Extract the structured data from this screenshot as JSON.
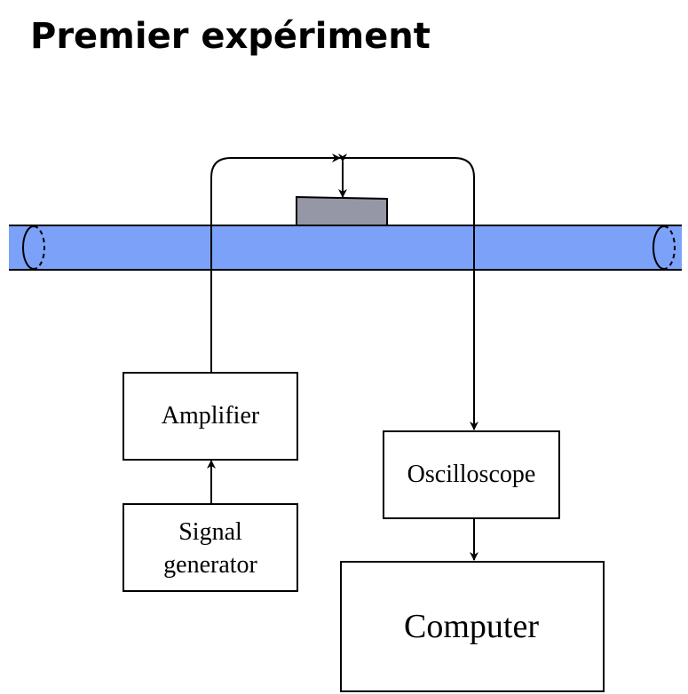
{
  "title": "Premier expériment",
  "labels": {
    "amplifier": "Amplifier",
    "signal_generator_line1": "Signal",
    "signal_generator_line2": "generator",
    "oscilloscope": "Oscilloscope",
    "computer": "Computer"
  },
  "colors": {
    "pipe": "#7ba1f8",
    "sensor_block": "#9597a6",
    "stroke": "#000000"
  }
}
